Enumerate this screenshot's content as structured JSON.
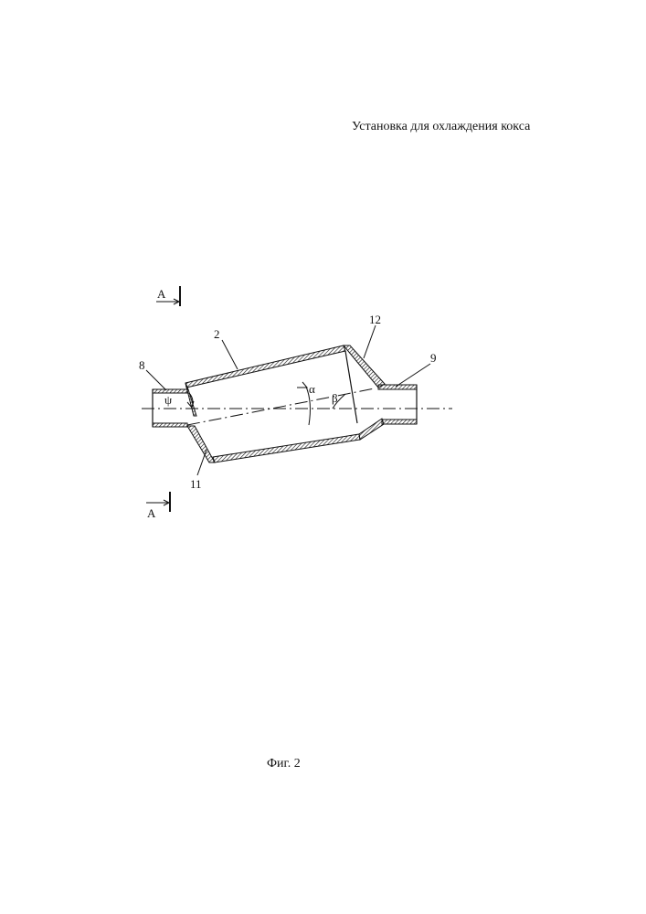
{
  "document": {
    "title": "Установка для охлаждения кокса",
    "figure_caption": "Фиг. 2"
  },
  "drawing": {
    "labels": {
      "section_top": "А",
      "section_bottom": "А",
      "ref_2": "2",
      "ref_8": "8",
      "ref_9": "9",
      "ref_11": "11",
      "ref_12": "12",
      "angle_alpha": "α",
      "angle_beta": "β",
      "angle_psi": "ψ"
    }
  }
}
